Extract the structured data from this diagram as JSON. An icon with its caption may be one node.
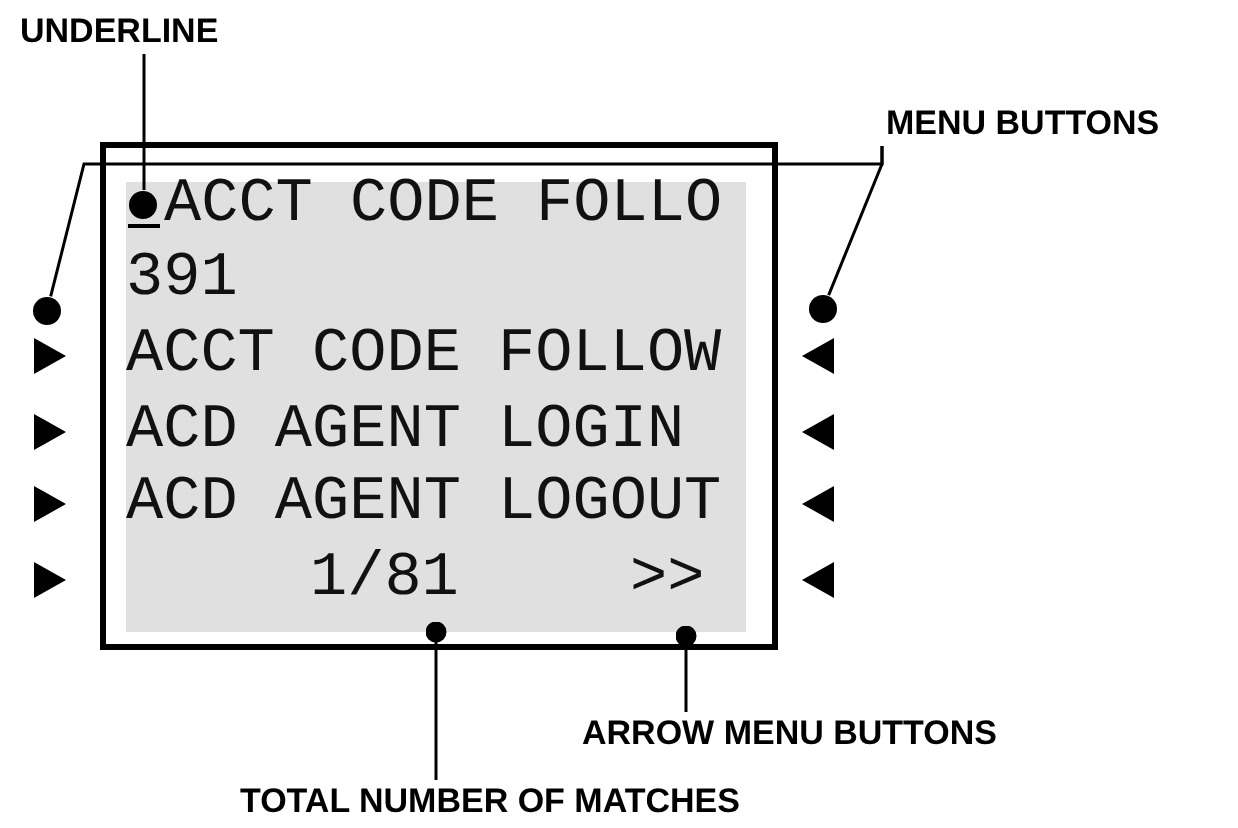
{
  "diagram": {
    "nodes": [
      {
        "text": [
          "UNDERLINE"
        ]
      },
      {
        "text": [],
        "shape": "circle"
      },
      {
        "text": [
          "MENU BUTTONS"
        ]
      },
      {
        "text": [],
        "shape": "circle"
      },
      {
        "text": [],
        "shape": "circle"
      },
      {
        "text": [
          "ARROW MENU BUTTONS"
        ]
      },
      {
        "text": [
          "TOTAL NUMBER OF MATCHES"
        ]
      }
    ],
    "edges": [
      {
        "from": 0,
        "to": 1,
        "arrow": "none"
      },
      {
        "from": 2,
        "to": 3,
        "arrow": "none"
      },
      {
        "from": 2,
        "to": 4,
        "arrow": "none"
      },
      {
        "from": 5,
        "to": null,
        "arrow": "other"
      },
      {
        "from": 6,
        "to": null,
        "arrow": "other"
      }
    ],
    "labels": [
      "ACCT CODE FOLLO",
      "391",
      "ACCT CODE FOLLOW",
      "ACD AGENT LOGIN",
      "ACD AGENT LOGOUT",
      "1/81",
      ">>"
    ]
  }
}
